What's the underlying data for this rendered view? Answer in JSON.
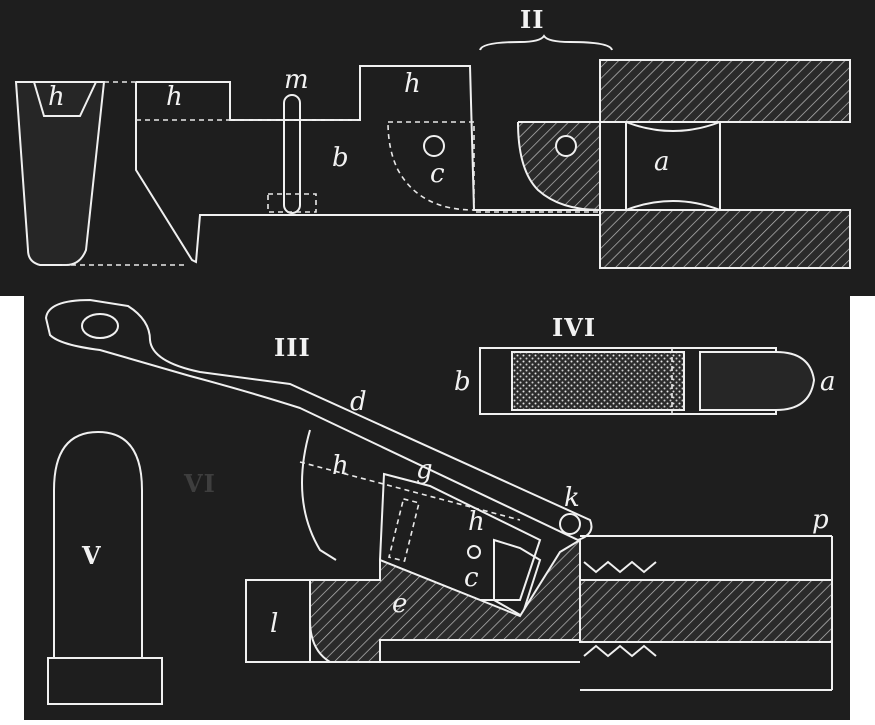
{
  "figures": {
    "II": {
      "numeral": "II",
      "labels": {
        "h_left": "h",
        "h_mid": "h",
        "m": "m",
        "h_right": "h",
        "b": "b",
        "c": "c",
        "a": "a"
      }
    },
    "III": {
      "numeral": "III",
      "labels": {
        "d": "d",
        "h_upper": "h",
        "g": "g",
        "h_lower": "h",
        "k": "k",
        "c": "c",
        "e": "e",
        "l": "l",
        "p": "p"
      }
    },
    "IV": {
      "numeral": "IVI",
      "labels": {
        "b": "b",
        "a": "a"
      }
    },
    "V": {
      "numeral": "V"
    },
    "VI": {
      "numeral": "VI"
    }
  },
  "colors": {
    "background": "#1e1e1e",
    "line": "#f0f0f0",
    "page": "#ffffff"
  }
}
